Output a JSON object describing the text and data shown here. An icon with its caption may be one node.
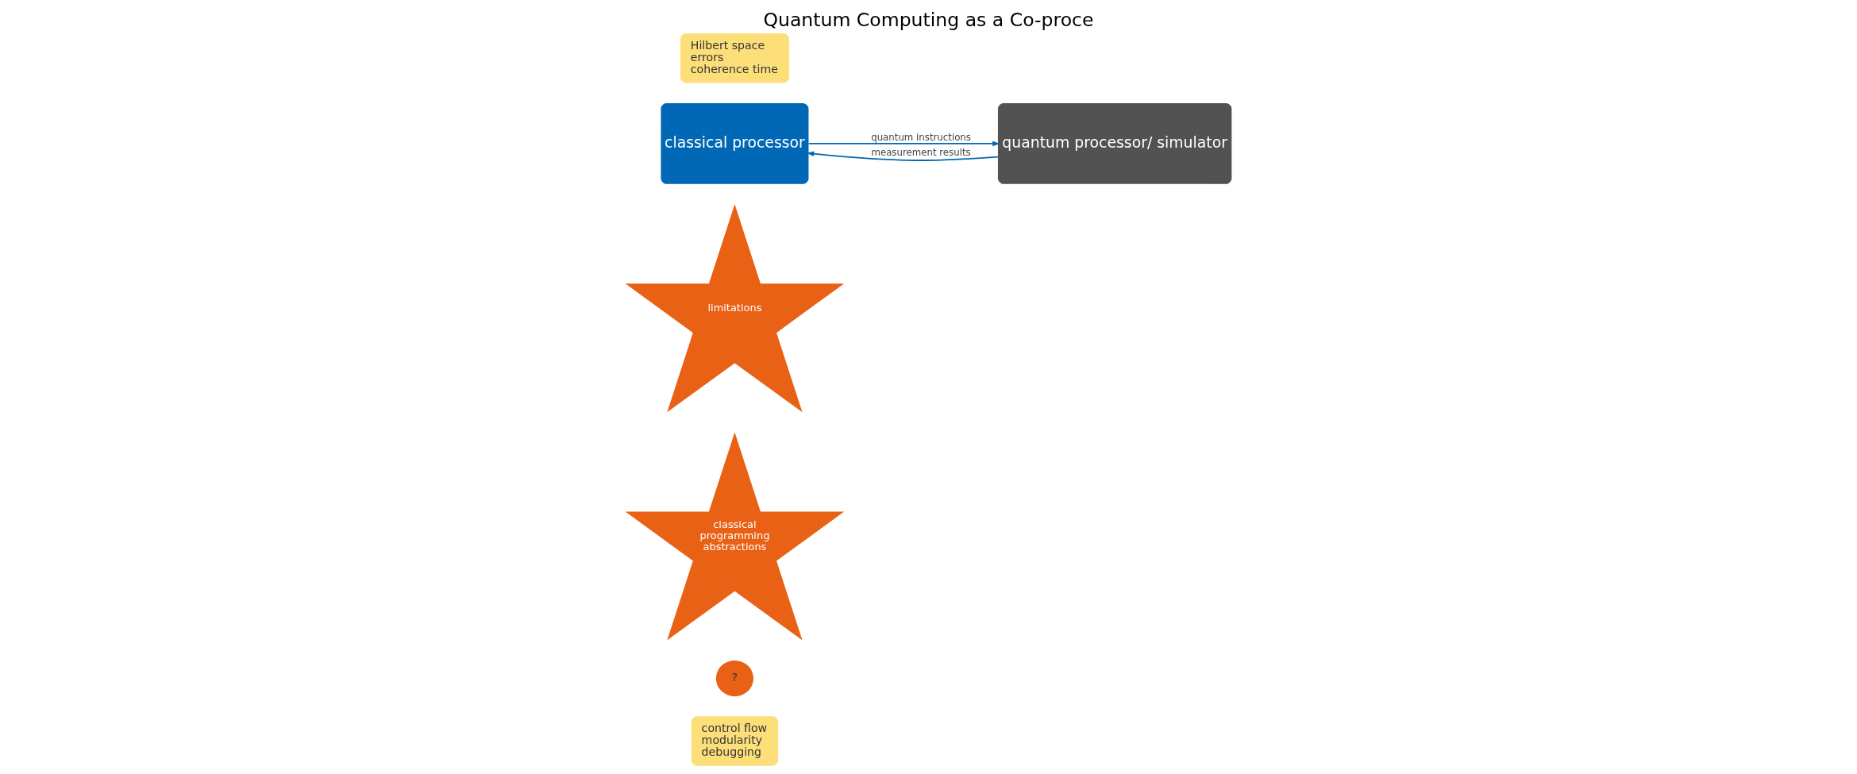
{
  "diagram": {
    "title": "Quantum Computing as a Co-proce",
    "nodes": [
      {
        "text": [
          "control flow",
          "modularity",
          "debugging"
        ]
      },
      {
        "text": [
          "?"
        ]
      },
      {
        "text": [
          "classical programming abstractions"
        ]
      },
      {
        "text": [
          "limitations"
        ]
      },
      {
        "text": [
          "classical processor"
        ]
      },
      {
        "text": [
          "quantum processor/ simulator"
        ]
      },
      {
        "text": [
          "Hilbert space",
          "errors",
          "coherence time"
        ]
      }
    ],
    "edges": [
      {
        "from": 4,
        "to": 5,
        "arrow": "to",
        "label": "quantum instructions"
      },
      {
        "from": 5,
        "to": 4,
        "arrow": "to",
        "label": "measurement results"
      }
    ]
  }
}
